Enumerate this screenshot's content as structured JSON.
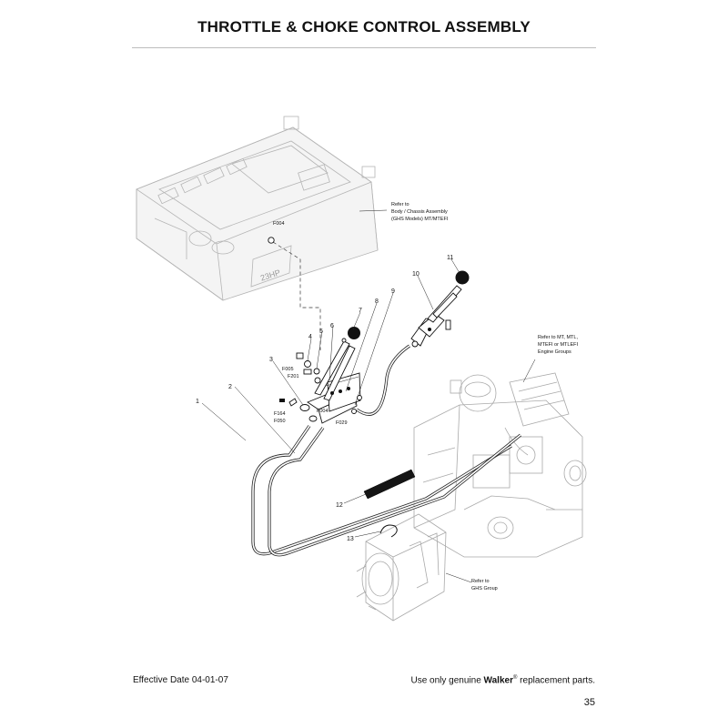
{
  "page": {
    "title": "THROTTLE & CHOKE CONTROL ASSEMBLY",
    "effective_date": "Effective Date 04-01-07",
    "footer_prefix": "Use only genuine",
    "footer_brand": "Walker",
    "footer_reg": "®",
    "footer_suffix": "replacement parts.",
    "page_number": "35"
  },
  "diagram": {
    "body_badge": "23HP",
    "callouts": {
      "c1": "1",
      "c2": "2",
      "c3": "3",
      "c4": "4",
      "c5": "5",
      "c6": "6",
      "c7": "7",
      "c8": "8",
      "c9": "9",
      "c10": "10",
      "c11": "11",
      "c12": "12",
      "c13": "13",
      "f004_top": "F004",
      "f005": "F005",
      "f201": "F201",
      "f004_mid": "F004",
      "f164": "F164",
      "f050": "F050",
      "f029": "F029"
    },
    "notes": {
      "body": [
        "Refer to",
        "Body / Chassis Assembly",
        "(GHS Models) MT/MTEFI"
      ],
      "engine": [
        "Refer to MT, MTL,",
        "MTEFI or MTLEFI",
        "Engine Groups"
      ],
      "ghs": [
        "Refer to",
        "GHS Group"
      ]
    }
  }
}
